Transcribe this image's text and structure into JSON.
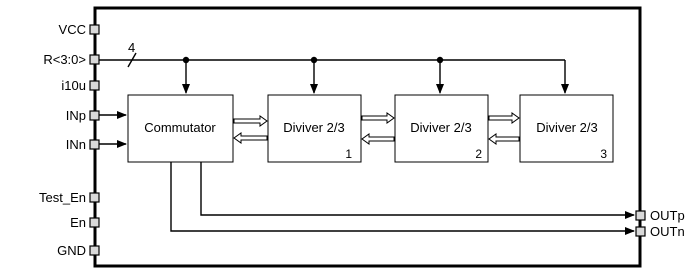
{
  "pins_left": {
    "vcc": "VCC",
    "r": "R<3:0>",
    "i10u": "i10u",
    "inp": "INp",
    "inn": "INn",
    "test_en": "Test_En",
    "en": "En",
    "gnd": "GND"
  },
  "pins_right": {
    "outp": "OUTp",
    "outn": "OUTn"
  },
  "bus_width": "4",
  "blocks": {
    "commutator": "Commutator",
    "divider1": {
      "label": "Diviver 2/3",
      "index": "1"
    },
    "divider2": {
      "label": "Diviver 2/3",
      "index": "2"
    },
    "divider3": {
      "label": "Diviver 2/3",
      "index": "3"
    }
  },
  "colors": {
    "line": "#000000",
    "background": "#ffffff",
    "pin_fill": "#d9d9d9"
  }
}
